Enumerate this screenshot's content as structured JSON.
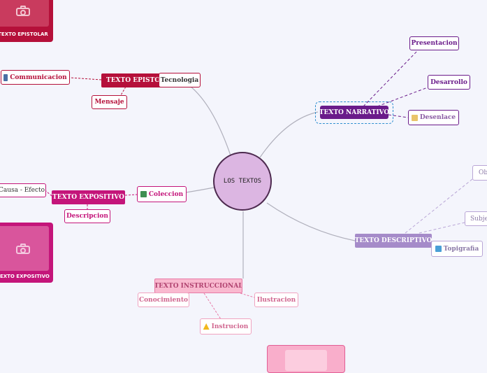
{
  "root": {
    "label": "LOS TEXTOS"
  },
  "cards": {
    "epistolar_caption": "TEXTO EPISTOLAR",
    "expositivo_caption": "TEXTO EXPOSITIVO"
  },
  "epistolar": {
    "title": "TEXTO EPISTOLAR",
    "items": [
      "Communicacion",
      "Mensaje",
      "Tecnologia"
    ],
    "color": "#b5103a"
  },
  "narrativo": {
    "title": "TEXTO NARRATIVO",
    "items": [
      "Presentacion",
      "Desarrollo",
      "Desenlace"
    ],
    "color": "#6a1b8a"
  },
  "expositivo": {
    "title": "TEXTO EXPOSITIVO",
    "items": [
      "Causa - Efecto",
      "Descripcion",
      "Coleccion"
    ],
    "color": "#c4157a"
  },
  "descriptivo": {
    "title": "TEXTO DESCRIPTIVO",
    "items": [
      "Obj",
      "Subjet",
      "Topigrafia"
    ],
    "color": "#a58bc9"
  },
  "instruccional": {
    "title": "TEXTO INSTRUCCIONAL",
    "items": [
      "Conocimiento",
      "Ilustracion",
      "Instrucion"
    ],
    "color": "#e87aa6"
  }
}
